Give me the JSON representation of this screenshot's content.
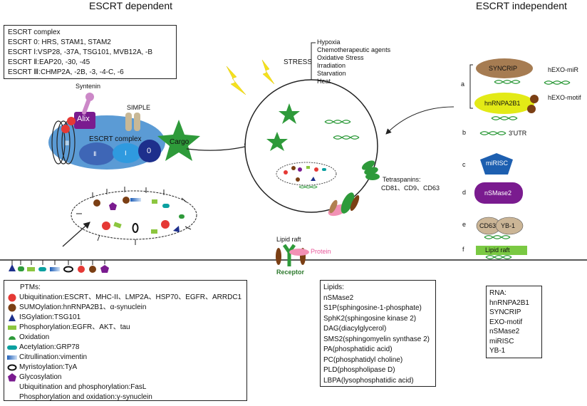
{
  "headers": {
    "dependent": "ESCRT dependent",
    "independent": "ESCRT independent"
  },
  "escrt_box": [
    "ESCRT complex",
    "ESCRT 0: HRS, STAM1, STAM2",
    "ESCRT Ⅰ:VSP28, -37A, TSG101, MVB12A, -B",
    "ESCRT Ⅱ:EAP20, -30, -45",
    "ESCRT Ⅲ:CHMP2A, -2B, -3, -4-C, -6"
  ],
  "complex_labels": {
    "syntenin": "Syntenin",
    "simple": "SIMPLE",
    "alix": "Alix",
    "escrt_complex": "ESCRT complex",
    "roman_three": "Ⅲ",
    "roman_two": "Ⅱ",
    "roman_one": "Ⅰ",
    "zero": "0",
    "cargo": "Cargo"
  },
  "stress": {
    "title": "STRESS",
    "items": [
      "Hypoxia",
      "Chemotherapeutic agents",
      "Oxidative Stress",
      "Irradiation",
      "Starvation",
      "Heat"
    ]
  },
  "tetraspanins": {
    "line1": "Tetraspanins:",
    "line2": "CD81、CD9、CD63"
  },
  "lipid_raft_center": "Lipid raft",
  "protein": "Protein",
  "receptor": "Receptor",
  "independent": {
    "a": "a",
    "b": "b",
    "c": "c",
    "d": "d",
    "e": "e",
    "f": "f",
    "syncrip": "SYNCRIP",
    "hnrnpa2b1": "hnRNPA2B1",
    "hexo_mir": "hEXO-miR",
    "hexo_motif": "hEXO-motif",
    "utr": "3'UTR",
    "mirisc": "miRISC",
    "nsmase2": "nSMase2",
    "cd63": "CD63",
    "yb1": "YB-1",
    "lipid_raft": "Lipid raft"
  },
  "ptms": {
    "title": "PTMs:",
    "items": [
      {
        "text": "Ubiquitination:ESCRT、MHC-II、LMP2A、HSP70、EGFR、ARRDC1",
        "icon": "red-circle"
      },
      {
        "text": "SUMOylation:hnRNPA2B1、α-synuclein",
        "icon": "brown-circle"
      },
      {
        "text": "ISGylation:TSG101",
        "icon": "blue-triangle"
      },
      {
        "text": "Phosphorylation:EGFR、AKT、tau",
        "icon": "green-rect"
      },
      {
        "text": "Oxidation",
        "icon": "green-semicircle"
      },
      {
        "text": "Acetylation:GRP78",
        "icon": "teal-pill"
      },
      {
        "text": "Citrullination:vimentin",
        "icon": "blue-gradient-rect"
      },
      {
        "text": "Myristoylation:TyA",
        "icon": "black-ring"
      },
      {
        "text": "Glycosylation",
        "icon": "purple-pentagon"
      },
      {
        "text": "Ubiquitination and phosphorylation:FasL",
        "icon": "none"
      },
      {
        "text": "Phosphorylation and oxidation:γ-synuclein",
        "icon": "none"
      }
    ]
  },
  "lipids": {
    "title": "Lipids:",
    "items": [
      "nSMase2",
      "S1P(sphingosine-1-phosphate)",
      "SphK2(sphingosine kinase 2)",
      "DAG(diacylglycerol)",
      "SMS2(sphingomyelin synthase 2)",
      "PA(phosphatidic acid)",
      "PC(phosphatidyl choline)",
      "PLD(phospholipase D)",
      "LBPA(lysophosphatidic acid)"
    ]
  },
  "rna": {
    "title": "RNA:",
    "items": [
      "hnRNPA2B1",
      "SYNCRIP",
      "EXO-motif",
      "nSMase2",
      "miRISC",
      "YB-1"
    ]
  },
  "colors": {
    "membrane_blue": "#5b9bd5",
    "green": "#2e9a3a",
    "purple": "#7a1b8f",
    "red": "#e53935",
    "brown": "#7b3f14"
  }
}
